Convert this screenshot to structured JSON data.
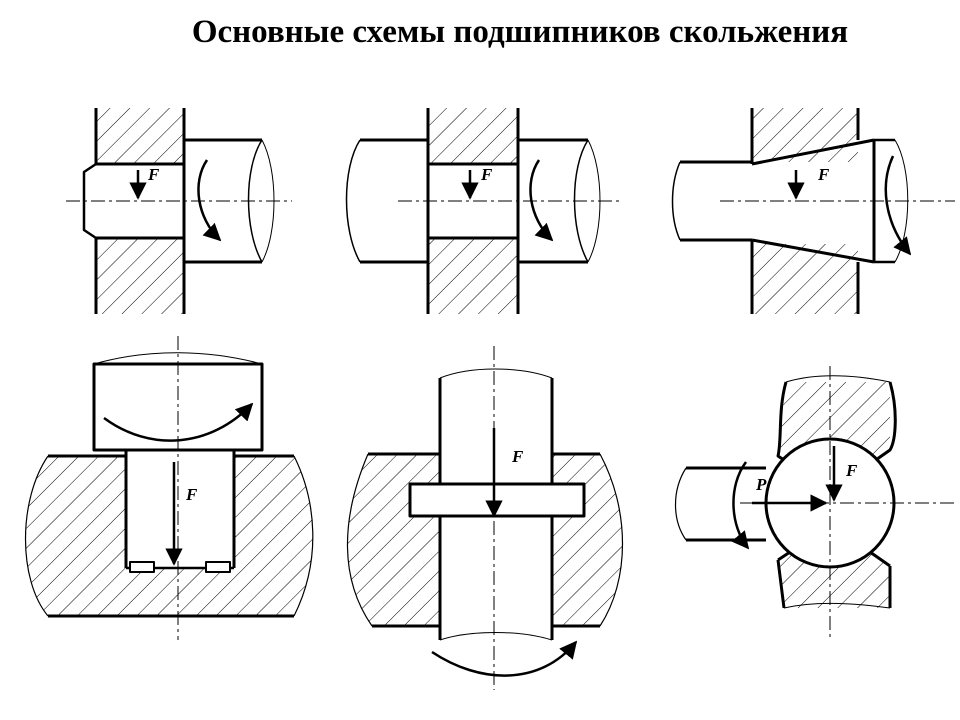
{
  "title": "Основные схемы подшипников скольжения",
  "labels": {
    "force": "F",
    "radial_load": "P"
  },
  "colors": {
    "ink": "#000000",
    "background": "#ffffff"
  }
}
